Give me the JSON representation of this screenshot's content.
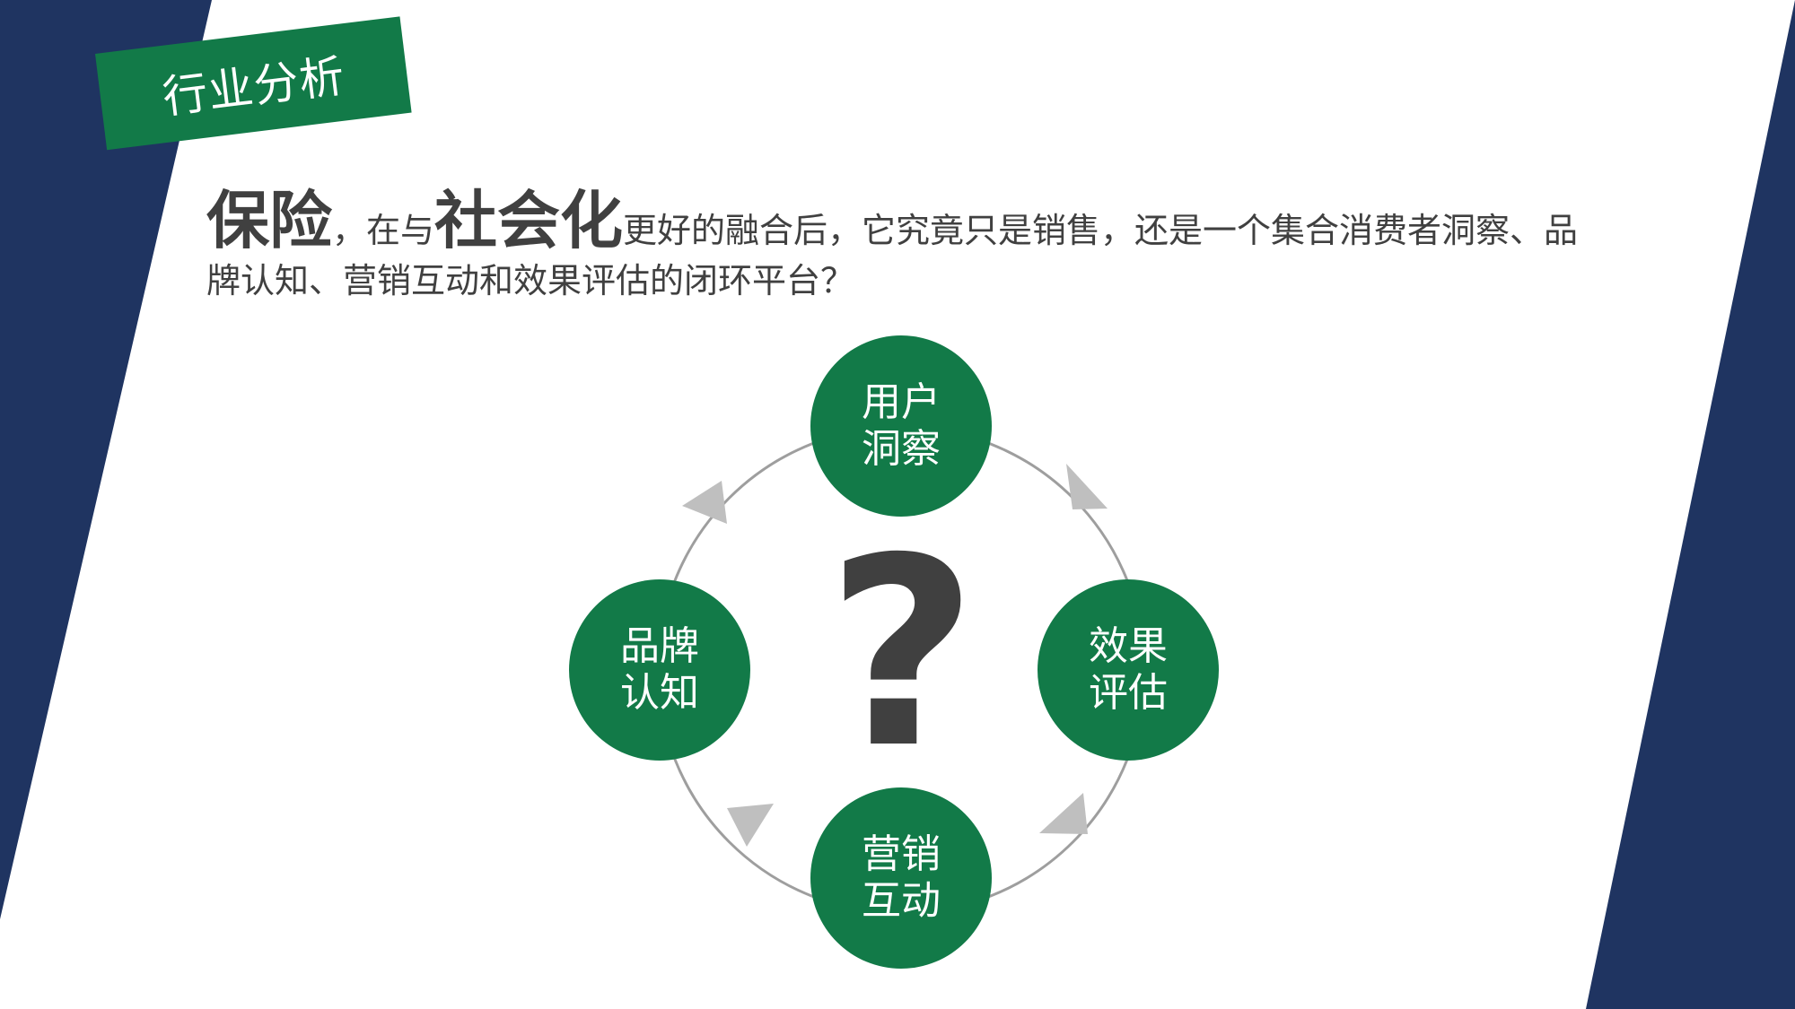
{
  "tag": {
    "label": "行业分析"
  },
  "headline": {
    "word1": "保险",
    "text1": "，在与",
    "word2": "社会化",
    "text2": "更好的融合后，它究竟只是销售，还是一个集合消费者洞察、品牌认知、营销互动和效果评估的闭环平台？"
  },
  "cycle": {
    "top": {
      "line1": "用户",
      "line2": "洞察"
    },
    "right": {
      "line1": "效果",
      "line2": "评估"
    },
    "bottom": {
      "line1": "营销",
      "line2": "互动"
    },
    "left": {
      "line1": "品牌",
      "line2": "认知"
    },
    "center": "?"
  },
  "colors": {
    "navy": "#1f3461",
    "green": "#127a48",
    "text": "#404040",
    "arrow": "#bfbfbf"
  }
}
